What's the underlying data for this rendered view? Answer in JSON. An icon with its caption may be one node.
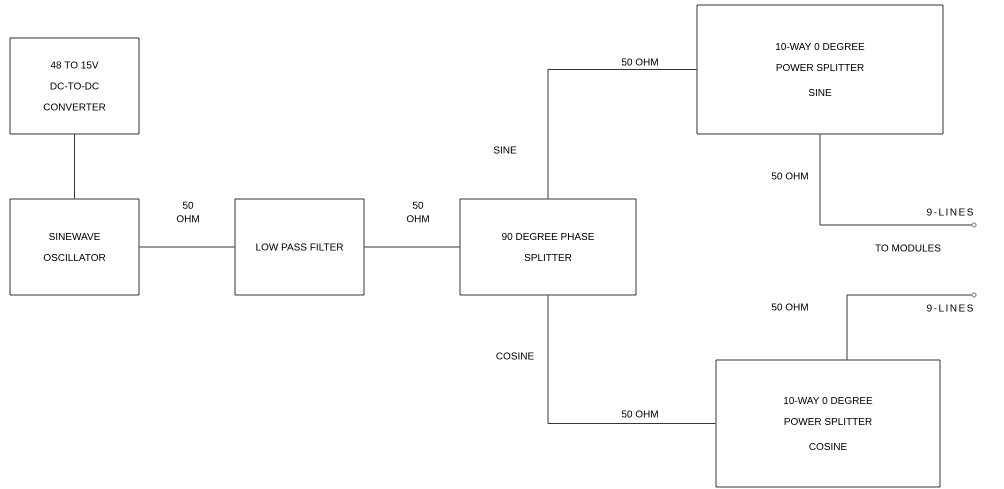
{
  "diagram": {
    "nodes": [
      {
        "text": [
          "48 TO 15V DC-TO-DC CONVERTER"
        ]
      },
      {
        "text": [
          "SINEWAVE OSCILLATOR"
        ]
      },
      {
        "text": [
          "LOW PASS FILTER"
        ]
      },
      {
        "text": [
          "90 DEGREE PHASE SPLITTER"
        ]
      },
      {
        "text": [
          "10-WAY 0 DEGREE POWER SPLITTER",
          "SINE"
        ]
      },
      {
        "text": [
          "10-WAY 0 DEGREE POWER SPLITTER",
          "COSINE"
        ]
      },
      {
        "text": [],
        "shape": "circle",
        "beside": [
          "9-LINES"
        ]
      },
      {
        "text": [],
        "shape": "circle",
        "beside": [
          "9-LINES"
        ]
      }
    ],
    "edges": [
      {
        "from": 0,
        "to": 1,
        "arrow": "none"
      },
      {
        "from": 1,
        "to": 2,
        "arrow": "none",
        "label": "50 OHM"
      },
      {
        "from": 2,
        "to": 3,
        "arrow": "none",
        "label": "50 OHM"
      },
      {
        "from": 3,
        "to": 4,
        "arrow": "none",
        "label": "50 OHM"
      },
      {
        "from": 3,
        "to": 5,
        "arrow": "none",
        "label": "50 OHM"
      },
      {
        "from": 4,
        "to": 6,
        "arrow": "none",
        "label": "50 OHM"
      },
      {
        "from": 5,
        "to": 7,
        "arrow": "none",
        "label": "50 OHM"
      }
    ],
    "labels": [
      "SINE",
      "COSINE",
      "TO MODULES"
    ]
  }
}
